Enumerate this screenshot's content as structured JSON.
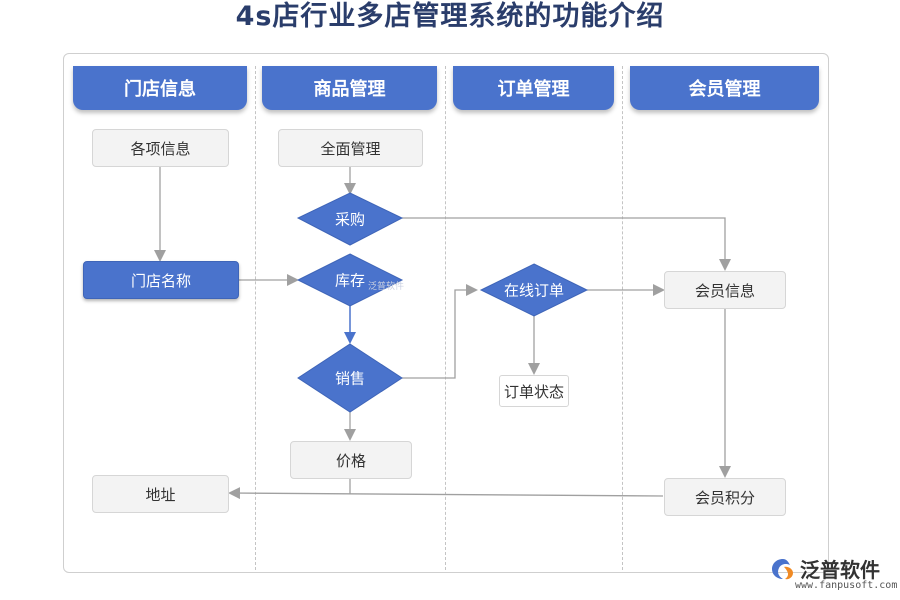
{
  "title": "4s店行业多店管理系统的功能介绍",
  "lanes": [
    {
      "label": "门店信息"
    },
    {
      "label": "商品管理"
    },
    {
      "label": "订单管理"
    },
    {
      "label": "会员管理"
    }
  ],
  "nodes": {
    "item_info": "各项信息",
    "store_name": "门店名称",
    "address": "地址",
    "full_mgmt": "全面管理",
    "purchase": "采购",
    "inventory": "库存",
    "sales": "销售",
    "price": "价格",
    "online_order": "在线订单",
    "order_status": "订单状态",
    "member_info": "会员信息",
    "member_points": "会员积分"
  },
  "colors": {
    "accent": "#4a73cc",
    "title": "#2a3d6b",
    "arrow": "#999999"
  },
  "brand": {
    "name": "泛普软件",
    "url": "www.fanpusoft.com",
    "icon": "fanpu-logo-icon"
  },
  "watermark": "泛普软件"
}
